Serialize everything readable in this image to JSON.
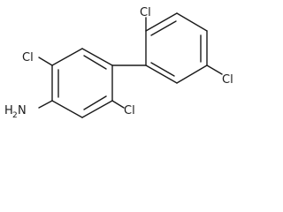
{
  "molecule": {
    "atoms": {
      "cl_top": "Cl",
      "cl_right": "Cl",
      "cl_left": "Cl",
      "cl_bottom": "Cl",
      "amine_h": "H",
      "amine_sub": "2",
      "amine_n": "N"
    }
  }
}
